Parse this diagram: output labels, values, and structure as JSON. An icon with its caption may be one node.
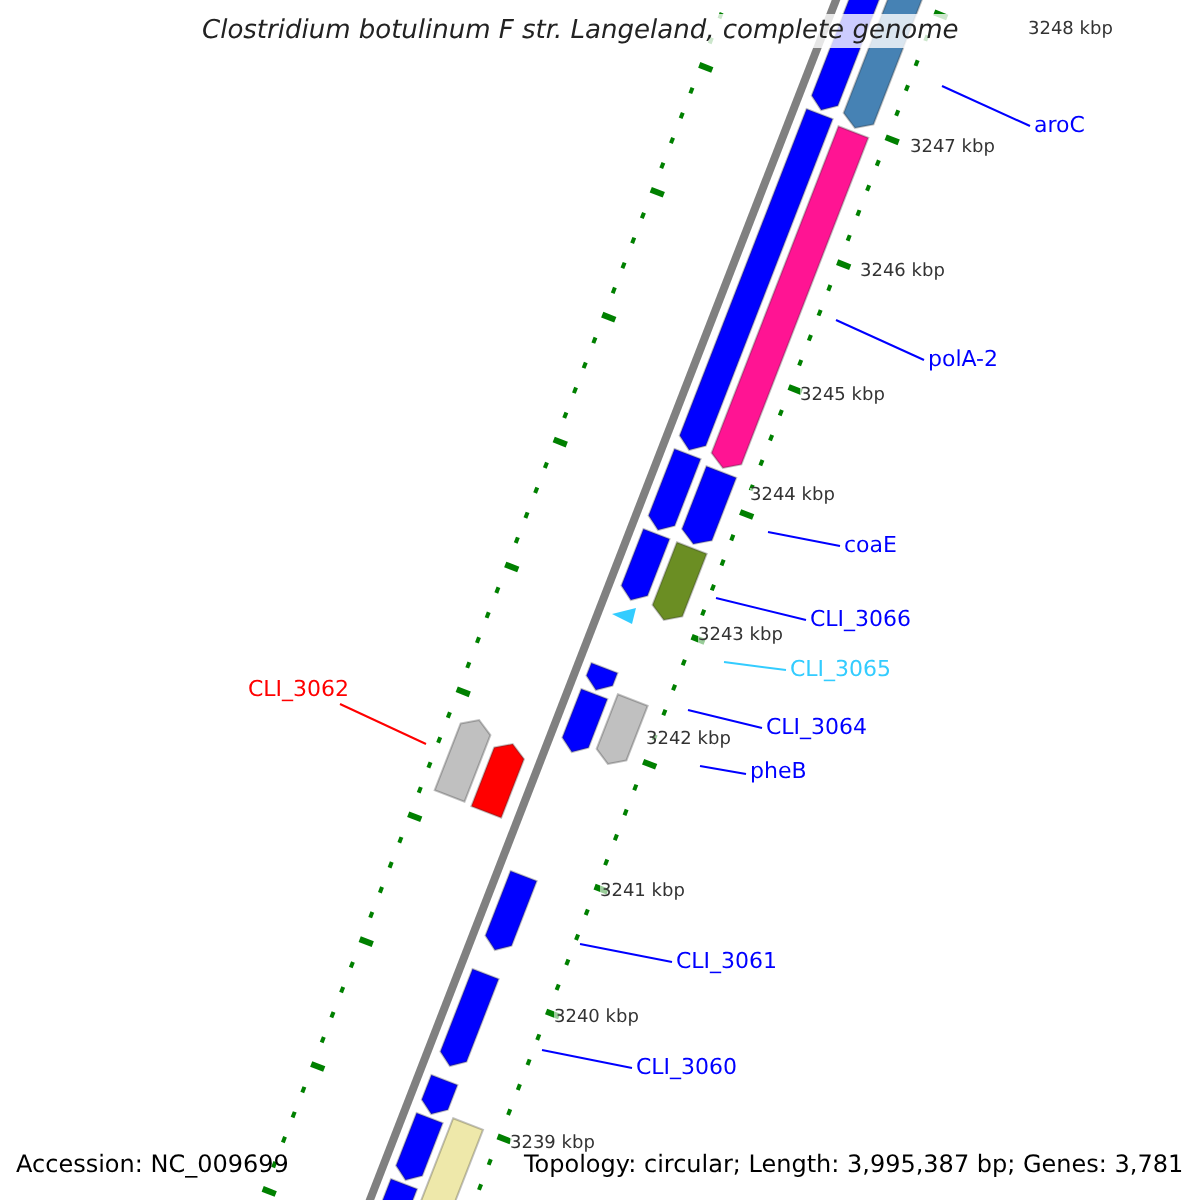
{
  "diagram": {
    "title": "Clostridium botulinum F str. Langeland, complete genome",
    "nodes": [
      {
        "text": [
          "aroC"
        ]
      },
      {
        "text": [
          "polA-2"
        ]
      },
      {
        "text": [
          "coaE"
        ]
      },
      {
        "text": [
          "CLI_3066"
        ]
      },
      {
        "text": [
          "CLI_3065"
        ]
      },
      {
        "text": [
          "CLI_3064"
        ]
      },
      {
        "text": [
          "pheB"
        ]
      },
      {
        "text": [
          "CLI_3062"
        ]
      },
      {
        "text": [
          "CLI_3061"
        ]
      },
      {
        "text": [
          "CLI_3060"
        ]
      }
    ],
    "edges": [
      {
        "from": 0,
        "to": null,
        "arrow": "none"
      },
      {
        "from": 1,
        "to": null,
        "arrow": "none"
      },
      {
        "from": 2,
        "to": null,
        "arrow": "none"
      },
      {
        "from": 3,
        "to": null,
        "arrow": "none"
      },
      {
        "from": 4,
        "to": null,
        "arrow": "none",
        "color": "#33ccff"
      },
      {
        "from": 5,
        "to": null,
        "arrow": "none"
      },
      {
        "from": 6,
        "to": null,
        "arrow": "none"
      },
      {
        "from": 7,
        "to": null,
        "arrow": "none",
        "color": "#ff0000"
      },
      {
        "from": 8,
        "to": null,
        "arrow": "none"
      },
      {
        "from": 9,
        "to": null,
        "arrow": "none"
      }
    ],
    "labels": [
      "3248 kbp",
      "3247 kbp",
      "3246 kbp",
      "3245 kbp",
      "3244 kbp",
      "3243 kbp",
      "3242 kbp",
      "3241 kbp",
      "3240 kbp",
      "3239 kbp",
      "Accession: NC_009699",
      "Topology: circular; Length: 3,995,387 bp; Genes: 3,781"
    ]
  }
}
